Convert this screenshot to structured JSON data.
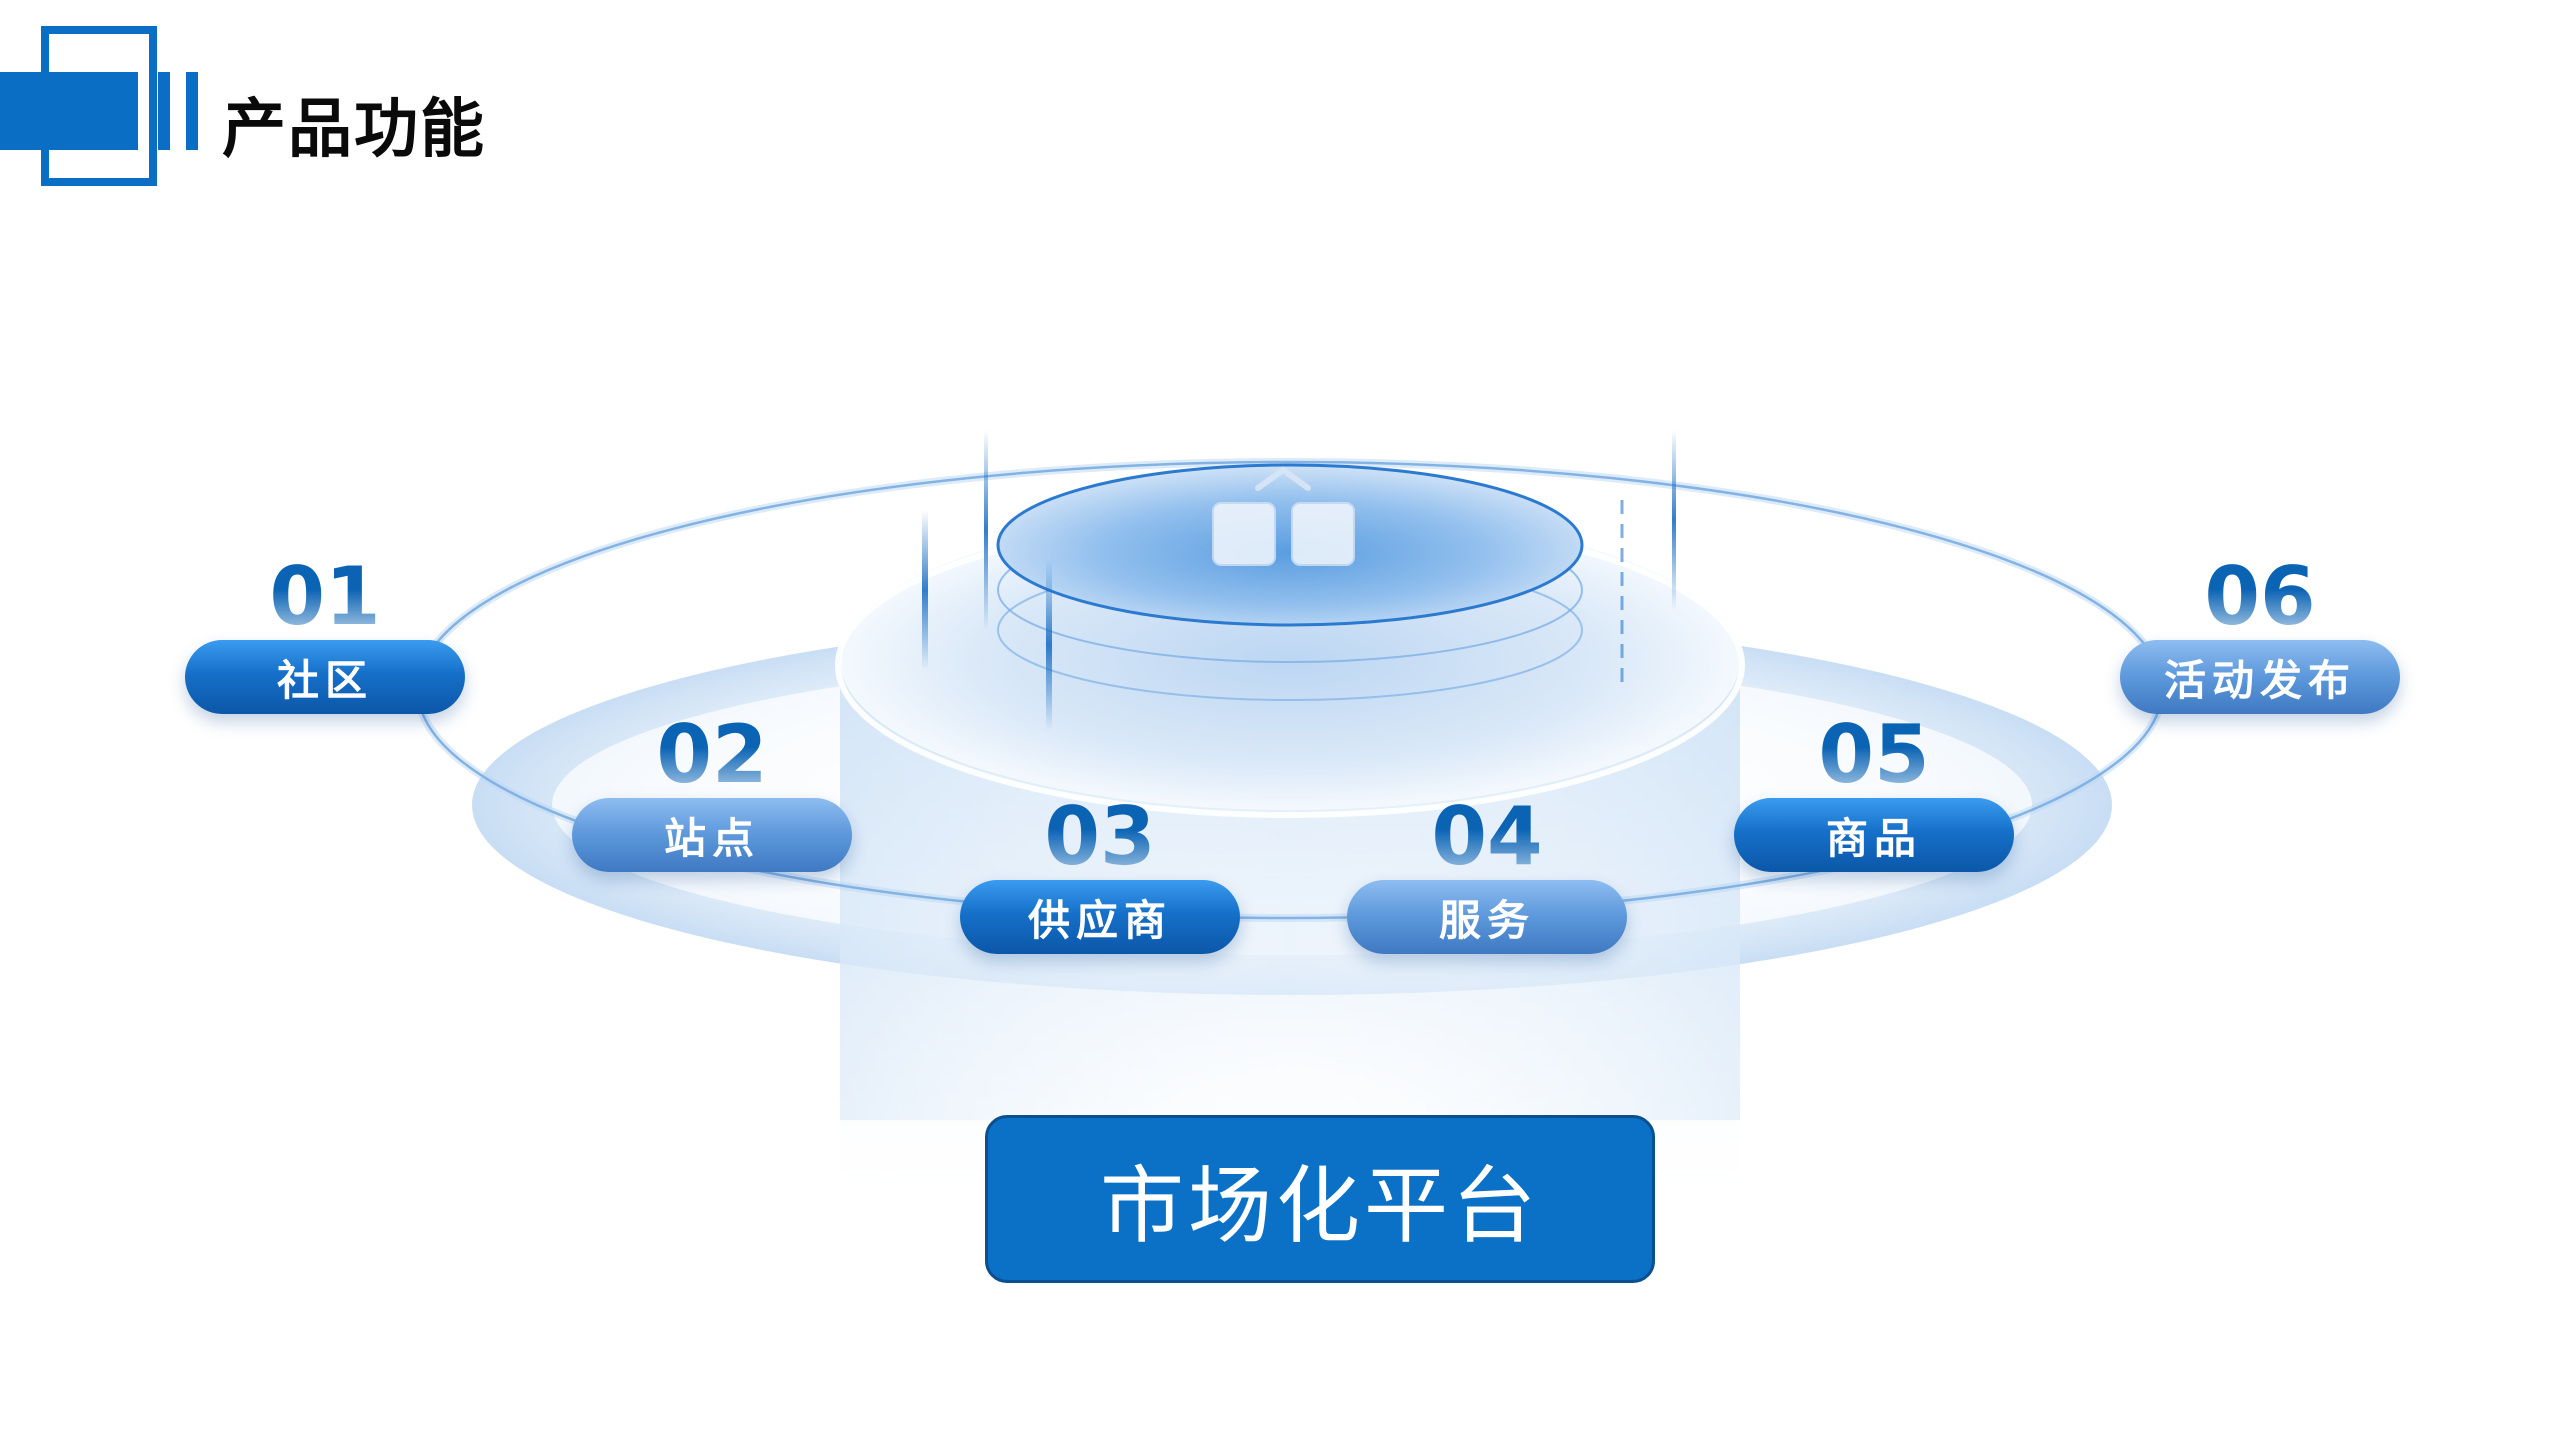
{
  "header": {
    "title": "产品功能"
  },
  "features": [
    {
      "number": "01",
      "label": "社区"
    },
    {
      "number": "02",
      "label": "站点"
    },
    {
      "number": "03",
      "label": "供应商"
    },
    {
      "number": "04",
      "label": "服务"
    },
    {
      "number": "05",
      "label": "商品"
    },
    {
      "number": "06",
      "label": "活动发布"
    }
  ],
  "platform": {
    "label": "市场化平台"
  },
  "colors": {
    "brand": "#0a71c6",
    "brand_dark": "#0b57a8",
    "accent_light": "#5c98db"
  }
}
